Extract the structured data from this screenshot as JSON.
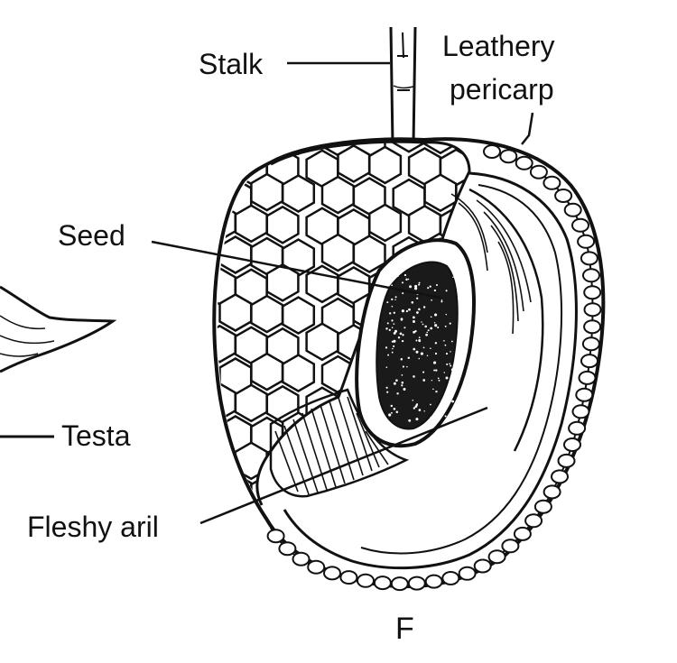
{
  "labels": {
    "stalk": "Stalk",
    "leathery": "Leathery",
    "pericarp": "pericarp",
    "seed": "Seed",
    "testa": "Testa",
    "fleshy_aril": "Fleshy aril"
  },
  "figure_letter": "F",
  "colors": {
    "ink": "#111111",
    "paper": "#ffffff",
    "seed_fill": "#1a1a1a"
  }
}
